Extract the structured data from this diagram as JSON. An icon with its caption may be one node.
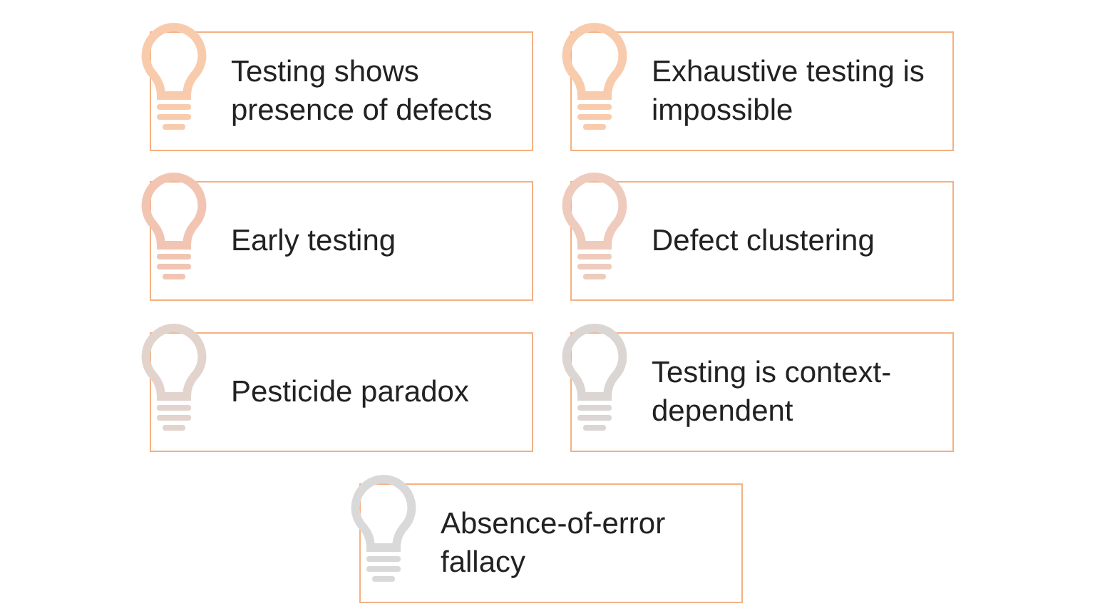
{
  "diagram": {
    "nodes": [
      {
        "text": [
          "Testing shows presence of defects"
        ]
      },
      {
        "text": [
          "Exhaustive testing is impossible"
        ]
      },
      {
        "text": [
          "Early testing"
        ]
      },
      {
        "text": [
          "Defect clustering"
        ]
      },
      {
        "text": [
          "Pesticide paradox"
        ]
      },
      {
        "text": [
          "Testing is context-dependent"
        ]
      },
      {
        "text": [
          "Absence-of-error fallacy"
        ]
      }
    ],
    "edges": []
  }
}
